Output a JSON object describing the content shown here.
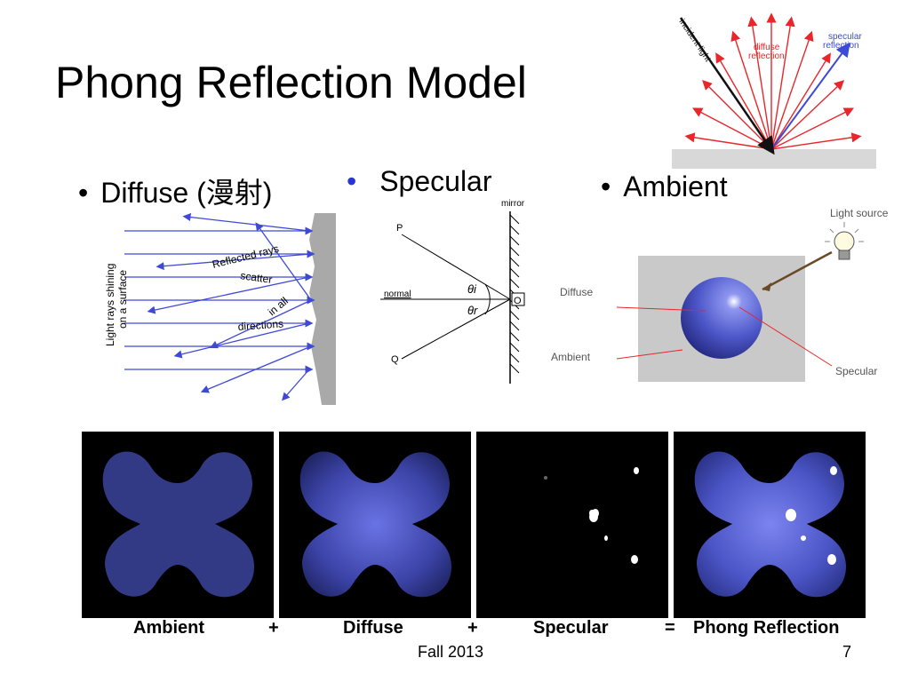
{
  "slide": {
    "title": "Phong Reflection Model",
    "bullets": {
      "diffuse": "Diffuse (漫射)",
      "specular": "Specular",
      "ambient": "Ambient"
    },
    "footer": {
      "left": "Fall 2013",
      "right": "7"
    }
  },
  "top_diagram": {
    "incident_label": "incident light",
    "diffuse_label_1": "diffuse",
    "diffuse_label_2": "reflection",
    "specular_label_1": "specular",
    "specular_label_2": "reflection"
  },
  "diffuse_diagram": {
    "side_label_1": "Light rays shining",
    "side_label_2": "on a surface",
    "label_1": "Reflected rays",
    "label_2": "scatter",
    "label_3": "in all",
    "label_4": "directions"
  },
  "specular_diagram": {
    "mirror": "mirror",
    "p": "P",
    "q": "Q",
    "normal": "normal",
    "o": "O",
    "theta_i": "θi",
    "theta_r": "θr"
  },
  "ambient_diagram": {
    "light_source": "Light source",
    "diffuse": "Diffuse",
    "ambient": "Ambient",
    "specular": "Specular"
  },
  "phong_strip": {
    "captions": [
      "Ambient",
      "+",
      "Diffuse",
      "+",
      "Specular",
      "=",
      "Phong Reflection"
    ]
  },
  "colors": {
    "ray_red": "#e8262b",
    "ray_blue": "#3b4bd8",
    "sphere_blue": "#4d57c8"
  }
}
